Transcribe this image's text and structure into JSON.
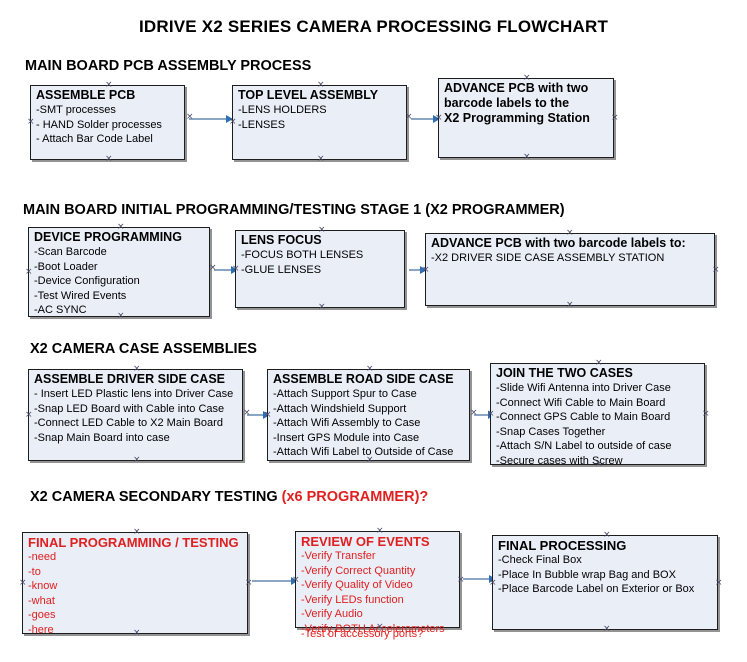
{
  "document": {
    "title": "IDRIVE X2  SERIES CAMERA PROCESSING FLOWCHART"
  },
  "sections": [
    {
      "id": "main-board-pcb-assembly",
      "heading": "MAIN BOARD PCB ASSEMBLY PROCESS",
      "heading_accent": ""
    },
    {
      "id": "main-board-initial-programming",
      "heading": "MAIN BOARD INITIAL PROGRAMMING/TESTING STAGE 1 (X2 PROGRAMMER)",
      "heading_accent": ""
    },
    {
      "id": "x2-camera-case-assemblies",
      "heading": "X2 CAMERA CASE ASSEMBLIES",
      "heading_accent": ""
    },
    {
      "id": "x2-camera-secondary-testing",
      "heading": "X2 CAMERA SECONDARY TESTING ",
      "heading_accent": "(x6 PROGRAMMER)?"
    }
  ],
  "nodes": {
    "assemble_pcb": {
      "title": "ASSEMBLE PCB",
      "lines": [
        "-SMT processes",
        "- HAND Solder processes",
        "- Attach Bar Code Label"
      ]
    },
    "top_level_assembly": {
      "title": "TOP LEVEL ASSEMBLY",
      "lines": [
        "-LENS HOLDERS",
        "-LENSES"
      ]
    },
    "advance_pcb_1": {
      "title": "ADVANCE PCB with two",
      "title2": "barcode labels to the",
      "title3": " X2 Programming Station",
      "lines": []
    },
    "device_programming": {
      "title": "DEVICE PROGRAMMING",
      "lines": [
        "-Scan Barcode",
        "-Boot Loader",
        "-Device Configuration",
        "-Test Wired Events",
        "-AC SYNC"
      ]
    },
    "lens_focus": {
      "title": "LENS FOCUS",
      "lines": [
        "-FOCUS BOTH LENSES",
        "-GLUE LENSES"
      ]
    },
    "advance_pcb_2": {
      "title": "ADVANCE PCB with two barcode labels to:",
      "lines": [
        "-X2 DRIVER  SIDE  CASE  ASSEMBLY STATION"
      ]
    },
    "assemble_driver_side_case": {
      "title": "ASSEMBLE DRIVER SIDE CASE",
      "lines": [
        "- Insert LED Plastic lens into Driver Case",
        "-Snap LED Board with Cable into Case",
        "-Connect LED Cable to X2 Main Board",
        "-Snap Main Board into case"
      ]
    },
    "assemble_road_side_case": {
      "title": "ASSEMBLE ROAD SIDE CASE",
      "lines": [
        "-Attach Support Spur to Case",
        "-Attach Windshield Support",
        "-Attach Wifi Assembly to Case",
        "-Insert GPS Module into Case",
        "-Attach Wifi Label to Outside of Case"
      ]
    },
    "join_the_two_cases": {
      "title": "JOIN THE TWO CASES",
      "lines": [
        "-Slide Wifi Antenna into Driver Case",
        "-Connect Wifi Cable to Main Board",
        "-Connect GPS Cable to Main Board",
        "-Snap Cases Together",
        "-Attach S/N Label to outside of case",
        "-Secure cases with Screw"
      ]
    },
    "final_programming_testing": {
      "title": "FINAL PROGRAMMING / TESTING",
      "lines": [
        "-need",
        "-to",
        "-know",
        "-what",
        "-goes",
        "-here"
      ]
    },
    "review_of_events": {
      "title": "REVIEW OF EVENTS",
      "lines": [
        "-Verify Transfer",
        "-Verify Correct Quantity",
        "-Verify Quality of Video",
        "-Verify LEDs function",
        "-Verify Audio",
        "-Verify BOTH Accelerometers"
      ],
      "overflow_line": "-Test of accessory ports?"
    },
    "final_processing": {
      "title": "FINAL PROCESSING",
      "lines": [
        " -Check Final Box",
        "-Place In Bubble wrap Bag and BOX",
        "-Place Barcode Label on Exterior or Box"
      ]
    }
  },
  "colors": {
    "box_fill": "#e9eef7",
    "box_border": "#1d1d1d",
    "connector": "#8ba6c4",
    "arrowhead": "#2f6fb5",
    "accent_red": "#e02020",
    "text": "#000000"
  }
}
